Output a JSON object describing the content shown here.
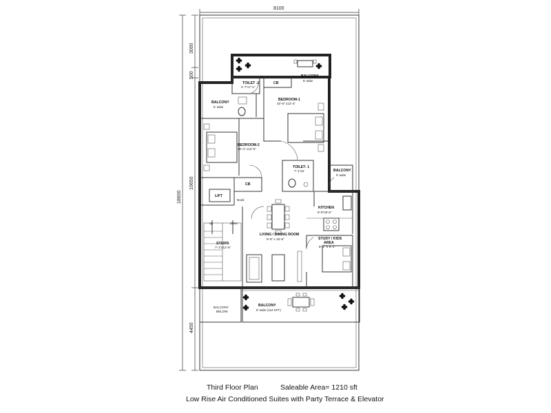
{
  "dimensions": {
    "top_width": "8100",
    "terrace_top": "3000",
    "wall_gap": "500",
    "total_height": "18600",
    "main_block": "10650",
    "terrace_bottom": "4450"
  },
  "rooms": {
    "toilet2": {
      "name": "TOILET -2",
      "size": "4'-7\"x7'-1\""
    },
    "cb_top": {
      "name": "CB"
    },
    "balcony_top_right": {
      "name": "BALCONY",
      "size": "5' wide"
    },
    "balcony_left": {
      "name": "BALCONY",
      "size": "5' wide"
    },
    "bedroom1": {
      "name": "BEDROOM-1",
      "size": "10'-6\" x12'-4\""
    },
    "bedroom2": {
      "name": "BEDROOM-2",
      "size": "10'-4\" x12'-0\""
    },
    "toilet1": {
      "name": "TOILET- 1",
      "size": "7'-1\"x5'"
    },
    "balcony_right": {
      "name": "BALCONY",
      "size": "5' wide"
    },
    "cb_mid": {
      "name": "CB"
    },
    "lift": {
      "name": "LIFT"
    },
    "nook": {
      "name": "Nook"
    },
    "kitchen": {
      "name": "KITCHEN",
      "size": "8'-9\"x8'-6\""
    },
    "stairs": {
      "name": "STAIRS",
      "size": "7'-1\"x12'-6\"",
      "up": "up",
      "down": "down"
    },
    "living": {
      "name": "LIVING / DINING ROOM",
      "size": "9'-9\" x 16'-6\""
    },
    "study": {
      "name": "STUDY / KIDS",
      "name2": "AREA",
      "size": "8'-3\" X 8'-1\""
    },
    "balcony_below": {
      "name": "BALCONY",
      "size": "BELOW"
    },
    "balcony_main": {
      "name": "BALCONY",
      "size": "6' wide (112 SFT)"
    }
  },
  "captions": {
    "plan": "Third Floor Plan",
    "area": "Saleable Area= 1210 sft",
    "subtitle": "Low Rise Air Conditioned Suites with Party Terrace & Elevator"
  }
}
